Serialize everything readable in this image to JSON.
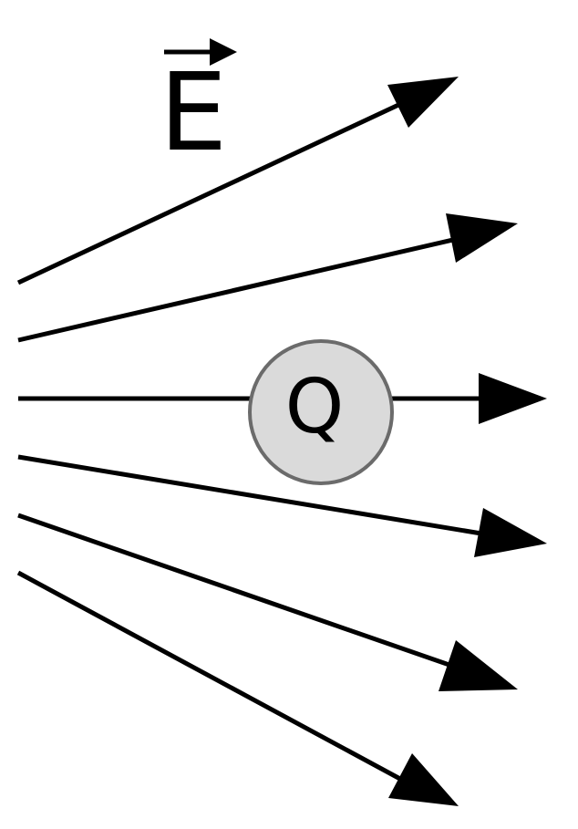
{
  "field": {
    "symbol": "E",
    "symbol_decoration": "vector-arrow",
    "line_count": 6,
    "line_color": "#000000"
  },
  "charge": {
    "label": "Q",
    "fill_color": "#dadada",
    "stroke_color": "#6b6b6b"
  }
}
